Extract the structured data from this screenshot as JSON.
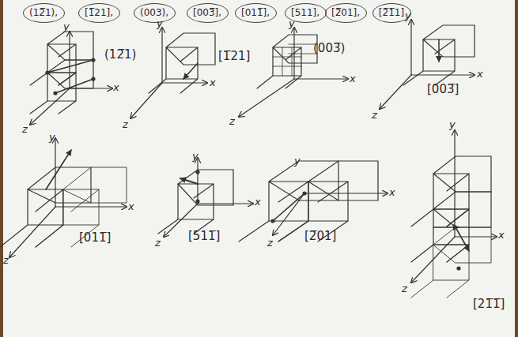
{
  "diagram": {
    "nodes": [
      {
        "text": [
          "(12̅1),"
        ]
      },
      {
        "text": [
          "[1̅21],"
        ]
      },
      {
        "text": [
          "(003),"
        ]
      },
      {
        "text": [
          "[003̅],"
        ]
      },
      {
        "text": [
          "[011̅],"
        ]
      },
      {
        "text": [
          "[511],"
        ]
      },
      {
        "text": [
          "[2̅01],"
        ]
      },
      {
        "text": [
          "[2̅1̅1]"
        ]
      }
    ],
    "labels": [
      "(12̅1)",
      "x",
      "y",
      "z",
      "[1̅21]",
      "x",
      "y",
      "z",
      "(003̅)",
      "x",
      "y",
      "z",
      "[003̅]",
      "x",
      "y",
      "z",
      "[011̅]",
      "x",
      "y",
      "z",
      "[511̅]",
      "x",
      "y",
      "z",
      "[2̅01]",
      "x",
      "y",
      "z",
      "[21̅1̅]",
      "x",
      "y",
      "z"
    ]
  }
}
